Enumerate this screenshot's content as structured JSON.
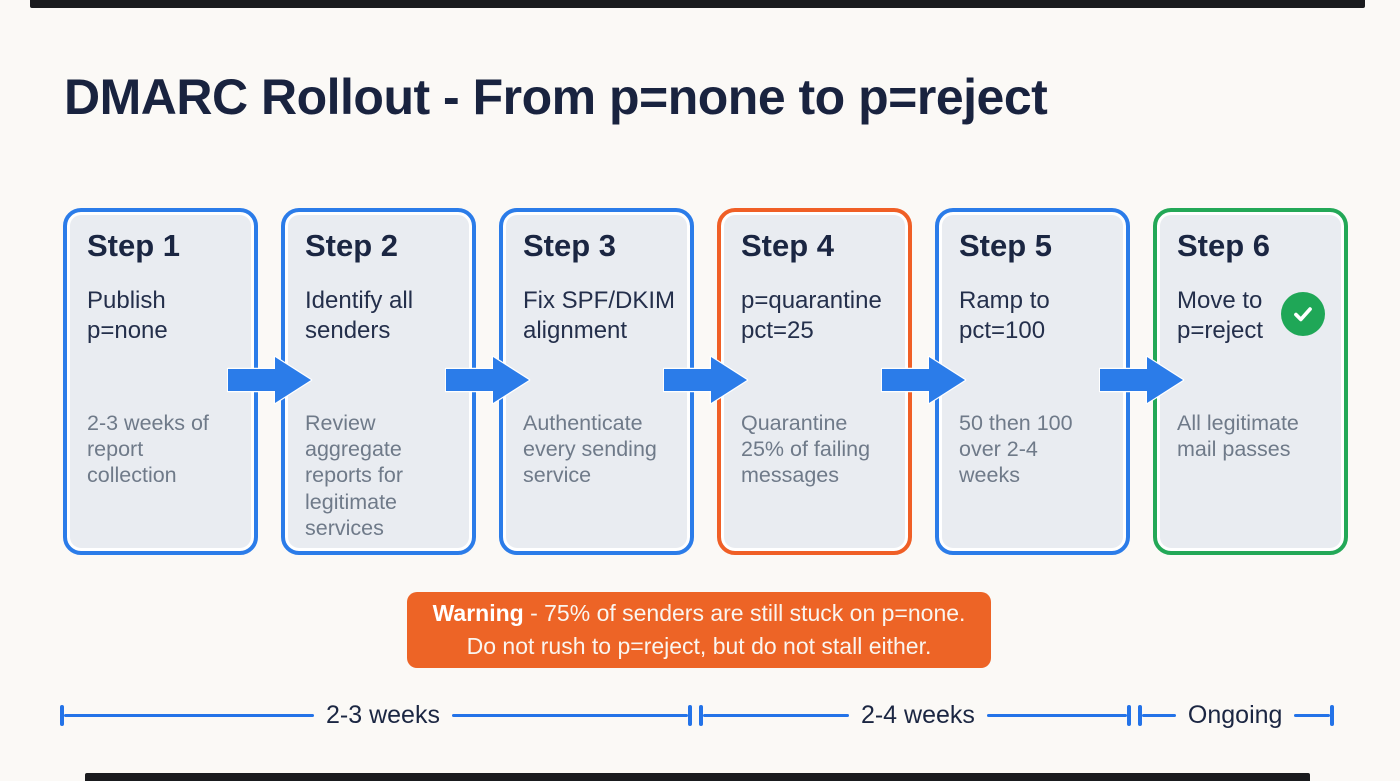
{
  "title": "DMARC Rollout - From p=none to p=reject",
  "steps": [
    {
      "label": "Step 1",
      "subtitle": "Publish p=none",
      "description": "2-3 weeks of report collection",
      "accent": "#2b7ce9"
    },
    {
      "label": "Step 2",
      "subtitle": "Identify all senders",
      "description": "Review aggregate reports for legitimate services",
      "accent": "#2b7ce9"
    },
    {
      "label": "Step 3",
      "subtitle": "Fix SPF/DKIM alignment",
      "description": "Authenticate every sending service",
      "accent": "#2b7ce9"
    },
    {
      "label": "Step 4",
      "subtitle": "p=quarantine pct=25",
      "description": "Quarantine 25% of failing messages",
      "accent": "#f05f26"
    },
    {
      "label": "Step 5",
      "subtitle": "Ramp to pct=100",
      "description": "50 then 100 over 2-4 weeks",
      "accent": "#2b7ce9"
    },
    {
      "label": "Step 6",
      "subtitle": "Move to p=reject",
      "description": "All legitimate mail passes",
      "accent": "#23a857",
      "badge": "check"
    }
  ],
  "warning": {
    "bold": "Warning",
    "line1_rest": " - 75% of senders are still stuck on p=none.",
    "line2": "Do not rush to p=reject, but do not stall either.",
    "background": "#ed6426"
  },
  "timeline": {
    "segments": [
      {
        "label": "2-3 weeks"
      },
      {
        "label": "2-4 weeks"
      },
      {
        "label": "Ongoing"
      }
    ],
    "color": "#2473e8"
  },
  "icons": {
    "arrow_right": "→",
    "check": "✓"
  },
  "colors": {
    "background": "#fbf9f6",
    "card_fill": "#e9ecf1",
    "blue": "#2b7ce9",
    "orange": "#f05f26",
    "green": "#23a857",
    "check_badge": "#1fa757",
    "title_text": "#19233f",
    "dark_text": "#1b2642",
    "muted_text": "#6f7a89",
    "edge_bar": "#1a1b1e"
  }
}
